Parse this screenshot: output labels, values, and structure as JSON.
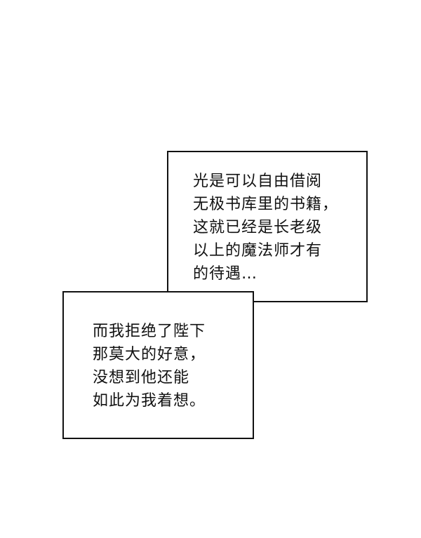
{
  "caption_top": {
    "lines": [
      "光是可以自由借阅",
      "无极书库里的书籍，",
      "这就已经是长老级",
      "以上的魔法师才有",
      "的待遇…"
    ]
  },
  "caption_bottom": {
    "lines": [
      "而我拒绝了陛下",
      "那莫大的好意，",
      "没想到他还能",
      "如此为我着想。"
    ]
  }
}
